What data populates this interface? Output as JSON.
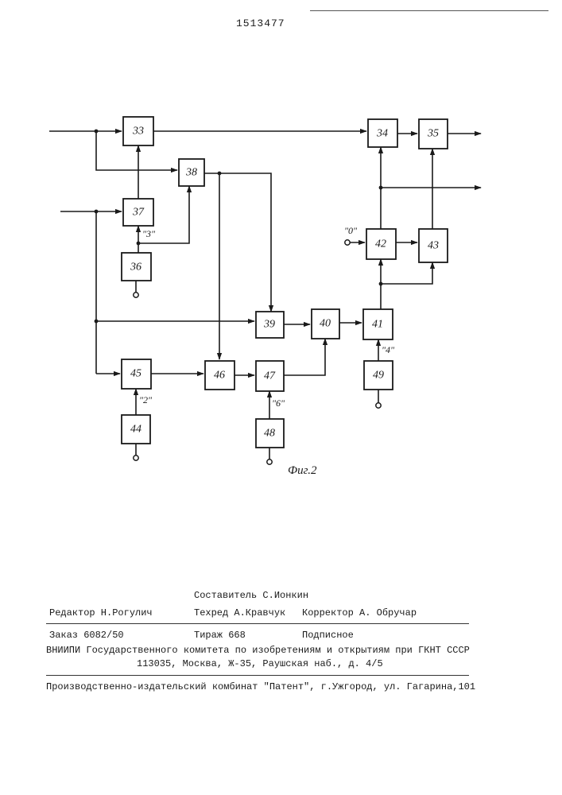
{
  "document_number": "1513477",
  "figure_caption": "Фиг.2",
  "blocks": {
    "b33": "33",
    "b34": "34",
    "b35": "35",
    "b36": "36",
    "b37": "37",
    "b38": "38",
    "b39": "39",
    "b40": "40",
    "b41": "41",
    "b42": "42",
    "b43": "43",
    "b44": "44",
    "b45": "45",
    "b46": "46",
    "b47": "47",
    "b48": "48",
    "b49": "49"
  },
  "constants": {
    "c3": "\"3\"",
    "c0": "\"0\"",
    "c4": "\"4\"",
    "c2": "\"2\"",
    "c6": "\"6\""
  },
  "imprint": {
    "compiler": "Составитель С.Ионкин",
    "editor": "Редактор Н.Рогулич",
    "techred": "Техред А.Кравчук",
    "corrector": "Корректор А. Обручар",
    "order": "Заказ 6082/50",
    "circulation": "Тираж 668",
    "subscription": "Подписное",
    "vniipi": "ВНИИПИ Государственного комитета по изобретениям и открытиям при ГКНТ СССР",
    "address": "113035, Москва, Ж-35, Раушская наб., д. 4/5",
    "printer": "Производственно-издательский комбинат \"Патент\", г.Ужгород, ул. Гагарина,101"
  }
}
